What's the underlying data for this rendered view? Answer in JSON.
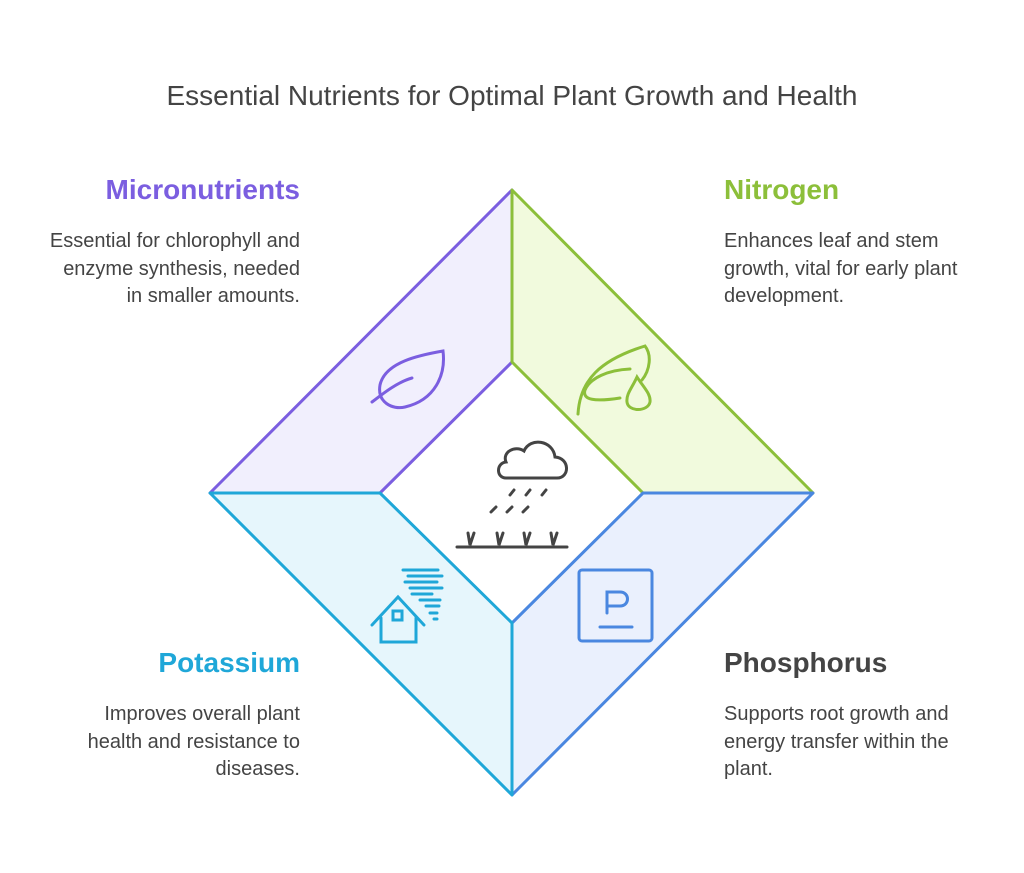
{
  "title": "Essential Nutrients for Optimal Plant Growth and Health",
  "sections": {
    "micronutrients": {
      "heading": "Micronutrients",
      "text": "Essential for chlorophyll and enzyme synthesis, needed in smaller amounts.",
      "color": "#7b5ee0",
      "fill": "#f1effd",
      "icon": "leaf-icon"
    },
    "nitrogen": {
      "heading": "Nitrogen",
      "text": "Enhances leaf and stem growth, vital for early plant development.",
      "color": "#8cbf3a",
      "fill": "#f1fadd",
      "icon": "leaf-drop-icon"
    },
    "potassium": {
      "heading": "Potassium",
      "text": "Improves overall plant health and resistance to diseases.",
      "color": "#1fa7d8",
      "fill": "#e6f6fc",
      "icon": "house-wind-icon"
    },
    "phosphorus": {
      "heading": "Phosphorus",
      "text": "Supports root growth and energy transfer within the plant.",
      "color": "#4a87e0",
      "fill": "#eaf0fd",
      "icon": "p-symbol-icon",
      "icon_letter": "P"
    }
  },
  "center_icon": "rain-cloud-grass-icon"
}
